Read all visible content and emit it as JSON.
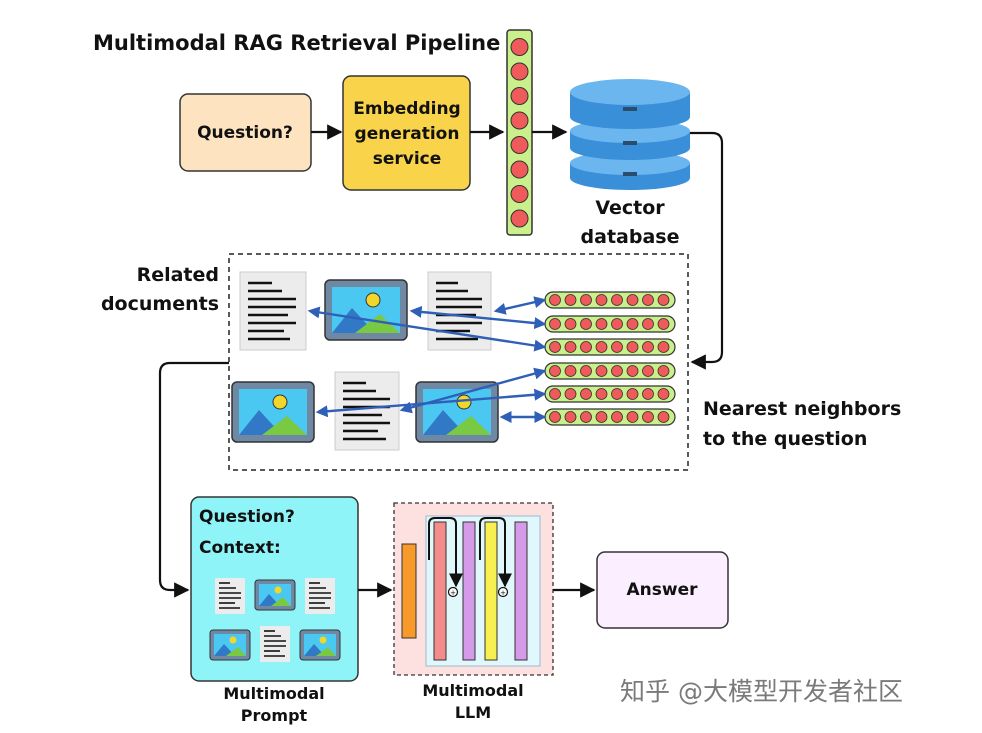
{
  "title": "Multimodal RAG Retrieval Pipeline",
  "nodes": {
    "question": "Question?",
    "embedding": [
      "Embedding",
      "generation",
      "service"
    ],
    "vector_db": [
      "Vector",
      "database"
    ],
    "related_documents": [
      "Related",
      "documents"
    ],
    "nearest_neighbors": [
      "Nearest neighbors",
      "to the question"
    ],
    "prompt_question": "Question?",
    "prompt_context": "Context:",
    "prompt_label": [
      "Multimodal",
      "Prompt"
    ],
    "llm_label": [
      "Multimodal",
      "LLM"
    ],
    "answer": "Answer"
  },
  "watermark": "知乎 @大模型开发者社区",
  "colors": {
    "question_fill": "#fde3c0",
    "embedding_fill": "#f9d44a",
    "vector_column": "#c9f08a",
    "vector_dot": "#ef5b5b",
    "db_blue": "#3a8fd9",
    "arrow_blue": "#2f5fb7",
    "prompt_fill": "#8ef4f8",
    "llm_fill": "#fde0e0",
    "answer_fill": "#fbeefe",
    "llm_orange": "#f79a2a",
    "llm_red": "#f58c8c",
    "llm_purple": "#d59ae8",
    "llm_yellow": "#f8f050"
  }
}
